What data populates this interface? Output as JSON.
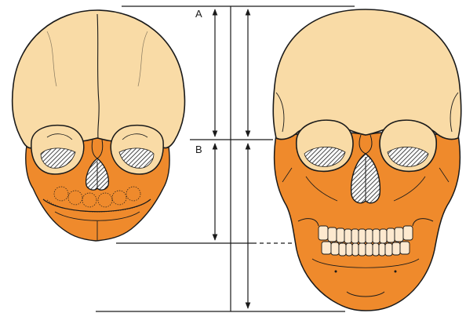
{
  "labels": {
    "a": "A",
    "b": "B"
  },
  "colors": {
    "cranium": "#f9dba6",
    "face": "#ef8a2c",
    "outline": "#1a1a1a",
    "tooth": "#fde9cf",
    "cavity_hatch": "#ffffff",
    "background": "#ffffff"
  },
  "icons": {
    "infant_skull": "infant-skull-frontal-view",
    "adult_skull": "adult-skull-frontal-view",
    "measure_arrow": "double-headed-arrow"
  }
}
